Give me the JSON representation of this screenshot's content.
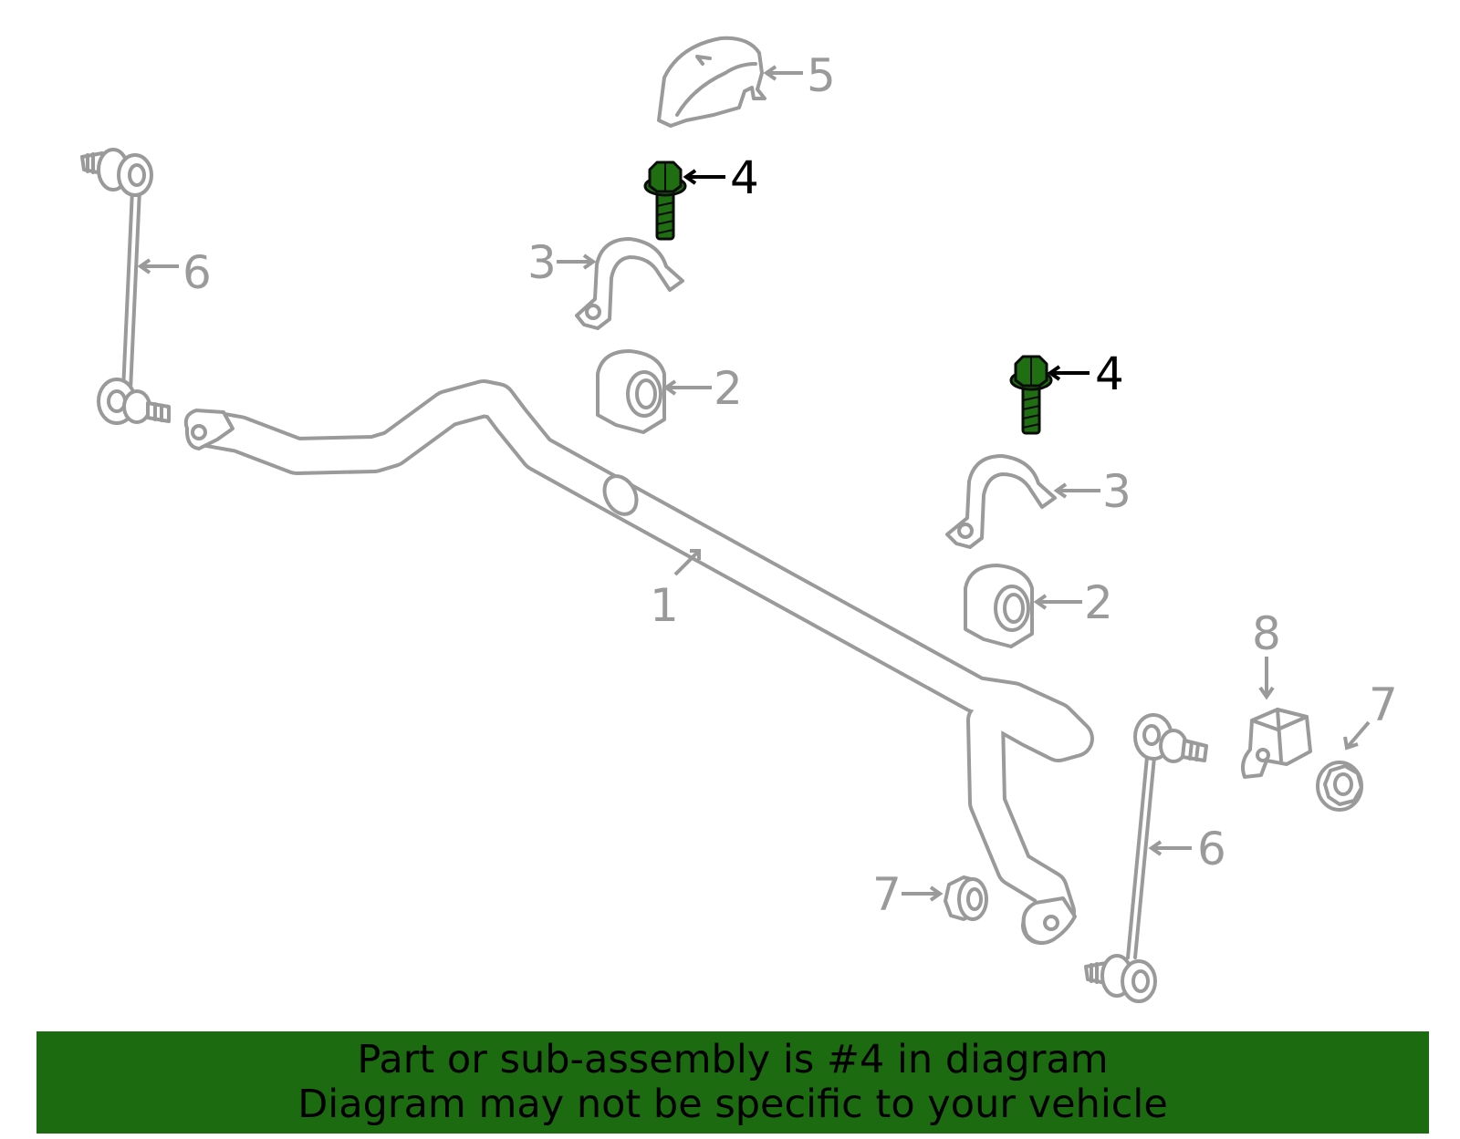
{
  "diagram": {
    "callouts": [
      {
        "id": "c1",
        "label": "1"
      },
      {
        "id": "c2a",
        "label": "2"
      },
      {
        "id": "c2b",
        "label": "2"
      },
      {
        "id": "c3a",
        "label": "3"
      },
      {
        "id": "c3b",
        "label": "3"
      },
      {
        "id": "c4a",
        "label": "4"
      },
      {
        "id": "c4b",
        "label": "4"
      },
      {
        "id": "c5",
        "label": "5"
      },
      {
        "id": "c6a",
        "label": "6"
      },
      {
        "id": "c6b",
        "label": "6"
      },
      {
        "id": "c7a",
        "label": "7"
      },
      {
        "id": "c7b",
        "label": "7"
      },
      {
        "id": "c8",
        "label": "8"
      }
    ],
    "highlighted_part": "4",
    "colors": {
      "highlight": "#1f6f12",
      "banner": "#1c6b10",
      "part_outline": "#9a9a9a"
    }
  },
  "banner": {
    "line1": "Part or sub-assembly is #4 in diagram",
    "line2": "Diagram may not be specific to your vehicle"
  }
}
